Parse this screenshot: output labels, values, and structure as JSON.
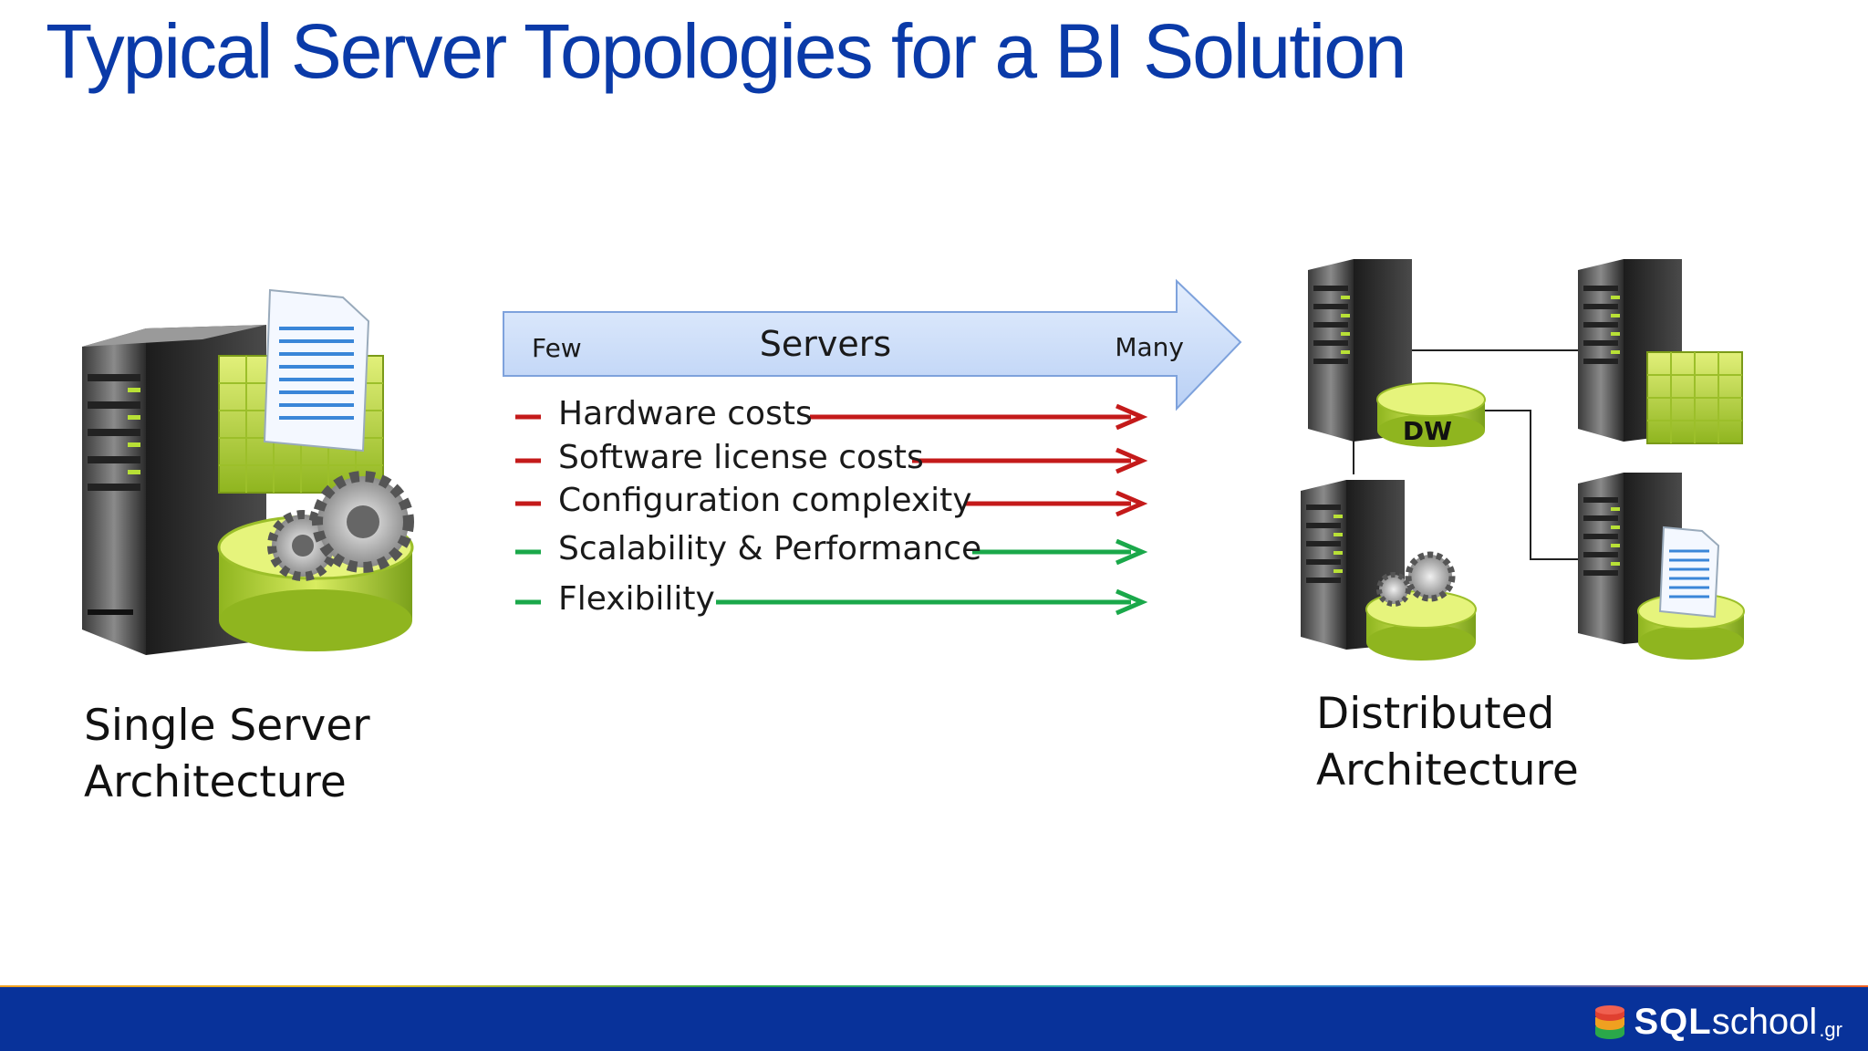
{
  "title": "Typical Server Topologies for a BI Solution",
  "axis": {
    "left": "Few",
    "center": "Servers",
    "right": "Many"
  },
  "factors": [
    {
      "label": "Hardware costs",
      "color": "#c41a1a"
    },
    {
      "label": "Software license costs",
      "color": "#c41a1a"
    },
    {
      "label": "Configuration complexity",
      "color": "#c41a1a"
    },
    {
      "label": "Scalability & Performance",
      "color": "#1aa84a"
    },
    {
      "label": "Flexibility",
      "color": "#1aa84a"
    }
  ],
  "single": {
    "line1": "Single Server",
    "line2": "Architecture"
  },
  "distributed": {
    "line1": "Distributed",
    "line2": "Architecture",
    "dw_label": "DW"
  },
  "brand": {
    "bold": "SQL",
    "light": "school",
    "tld": ".gr"
  },
  "colors": {
    "title": "#0a3aa8",
    "footer": "#08329a",
    "cost": "#c41a1a",
    "benefit": "#1aa84a",
    "arrow_fill": "#cfe0fb"
  }
}
